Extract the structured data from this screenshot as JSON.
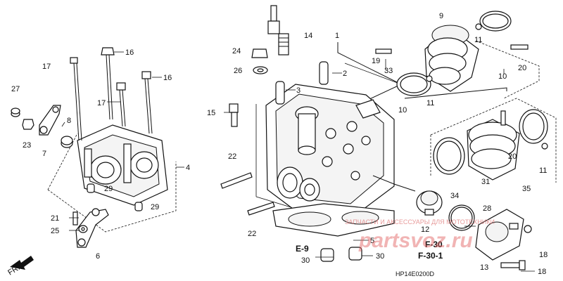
{
  "diagram": {
    "code": "HP14E0200D",
    "front_marker": "FR.",
    "watermark_top": "ЗАПЧАСТИ И АКСЕССУАРЫ ДЛЯ МОТОТЕХНИКИ",
    "watermark_main": "partsvoz.ru",
    "refs": {
      "e9": "E-9",
      "f30": "F-30",
      "f301": "F-30-1"
    },
    "callouts": {
      "c1": "1",
      "c2": "2",
      "c3": "3",
      "c4": "4",
      "c5": "5",
      "c6": "6",
      "c7": "7",
      "c8": "8",
      "c9": "9",
      "c10a": "10",
      "c10b": "10",
      "c11a": "11",
      "c11b": "11",
      "c11c": "11",
      "c12": "12",
      "c13": "13",
      "c14": "14",
      "c15": "15",
      "c16a": "16",
      "c16b": "16",
      "c17a": "17",
      "c17b": "17",
      "c18a": "18",
      "c18b": "18",
      "c19": "19",
      "c20a": "20",
      "c20b": "20",
      "c21": "21",
      "c22a": "22",
      "c22b": "22",
      "c23": "23",
      "c24": "24",
      "c25": "25",
      "c26": "26",
      "c27": "27",
      "c28": "28",
      "c29a": "29",
      "c29b": "29",
      "c30a": "30",
      "c30b": "30",
      "c31": "31",
      "c33": "33",
      "c34": "34",
      "c35": "35"
    }
  }
}
